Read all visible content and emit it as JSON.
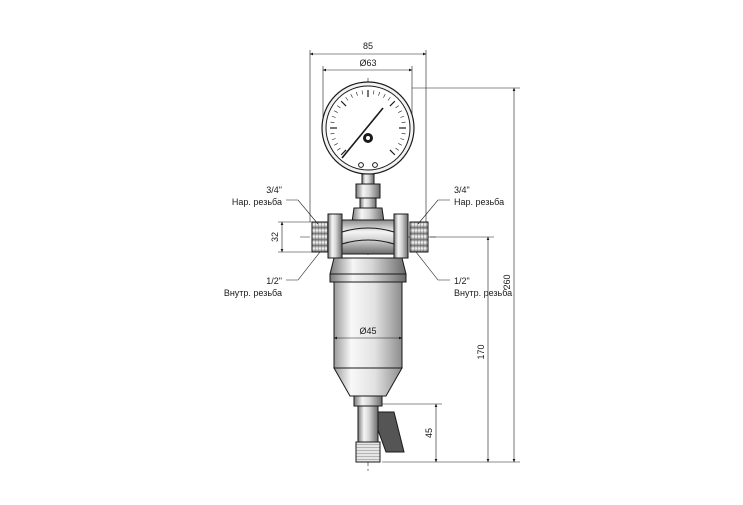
{
  "dimensions": {
    "overall_width": "85",
    "gauge_diameter": "Ø63",
    "connection_height": "32",
    "overall_height": "260",
    "bowl_height": "170",
    "bowl_diameter": "Ø45",
    "drain_height": "45"
  },
  "labels": {
    "left_top": {
      "size": "3/4\"",
      "type": "Нар. резьба"
    },
    "right_top": {
      "size": "3/4\"",
      "type": "Нар. резьба"
    },
    "left_bottom": {
      "size": "1/2\"",
      "type": "Внутр. резьба"
    },
    "right_bottom": {
      "size": "1/2\"",
      "type": "Внутр. резьба"
    }
  },
  "icons": {
    "gauge": "pressure-gauge-icon",
    "valve": "drain-valve-icon"
  },
  "colors": {
    "line": "#1a1a1a",
    "gauge_face": "#ffffff",
    "metal_light": "#f0f0f0",
    "metal_mid": "#bdbdbd",
    "metal_dark": "#444444"
  }
}
